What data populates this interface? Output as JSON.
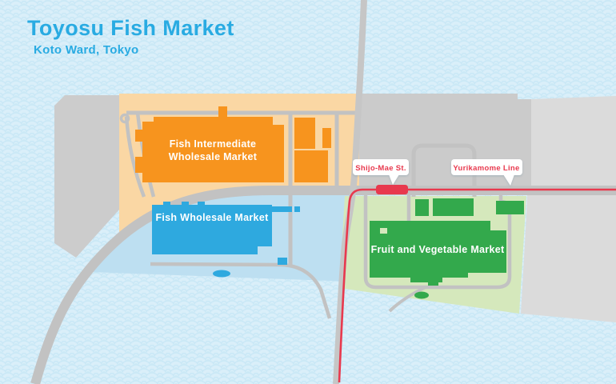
{
  "title": {
    "heading": "Toyosu Fish Market",
    "subheading": "Koto Ward, Tokyo"
  },
  "map": {
    "areas": {
      "fish_intermediate": {
        "label_line1": "Fish Intermediate",
        "label_line2": "Wholesale Market"
      },
      "fish_wholesale": {
        "label": "Fish Wholesale Market"
      },
      "fruit_vegetable": {
        "label": "Fruit and Vegetable Market"
      }
    },
    "callouts": {
      "station": {
        "label": "Shijo-Mae St."
      },
      "line": {
        "label": "Yurikamome Line"
      }
    }
  },
  "colors": {
    "title_text": "#29ABE2",
    "water_bg": "#D8EEF9",
    "wave_pattern": "#C4E6F5",
    "land_gray": "#CBCBCB",
    "land_gray_light": "#DBDBDB",
    "road_gray": "#C2C2C2",
    "orange_zone": "#FAD7A4",
    "orange_building": "#F7941E",
    "blue_zone": "#BDDFF1",
    "blue_building": "#2EA9DF",
    "green_zone": "#D5E8BC",
    "green_building": "#33A94C",
    "rail_red": "#E8394E",
    "building_label_text": "#FFFFFF",
    "callout_bg": "#FFFFFF",
    "callout_text": "#E8394E"
  }
}
